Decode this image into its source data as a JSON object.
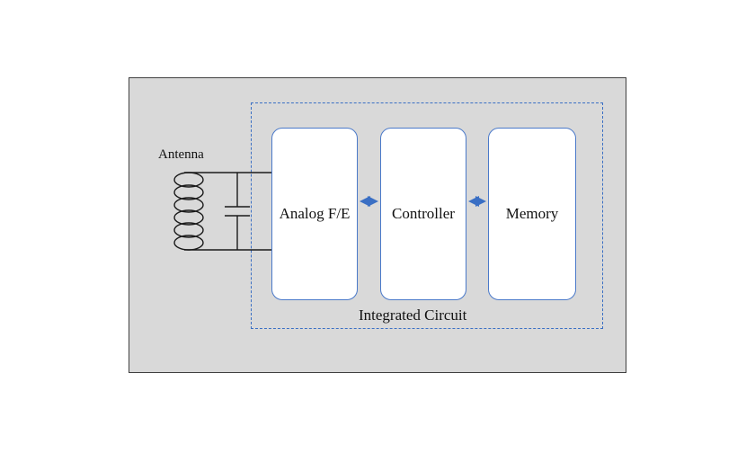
{
  "diagram": {
    "antenna_label": "Antenna",
    "boundary_label": "Integrated Circuit",
    "blocks": [
      {
        "id": "analog-fe",
        "label": "Analog F/E"
      },
      {
        "id": "controller",
        "label": "Controller"
      },
      {
        "id": "memory",
        "label": "Memory"
      }
    ],
    "connections": [
      {
        "from": "analog-fe",
        "to": "controller",
        "type": "bidirectional"
      },
      {
        "from": "controller",
        "to": "memory",
        "type": "bidirectional"
      }
    ],
    "colors": {
      "background": "#d9d9d9",
      "block_border": "#4a79c9",
      "boundary_dash": "#3a6fc4",
      "arrow": "#3a6fc4",
      "wire": "#1a1a1a"
    }
  }
}
